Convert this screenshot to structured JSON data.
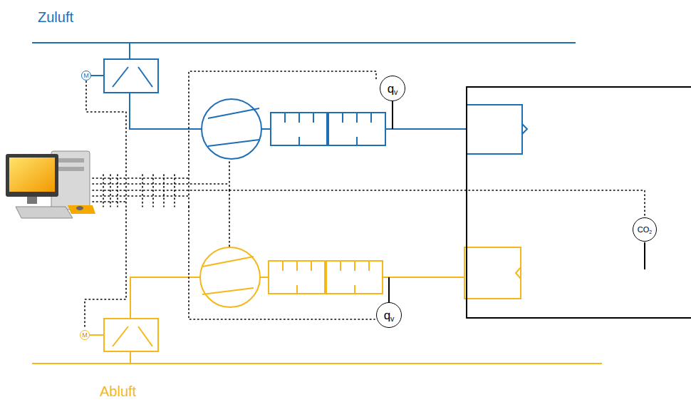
{
  "diagram": {
    "nodes": [
      {
        "text": [
          "M"
        ]
      },
      {
        "text": [
          "q",
          "v"
        ]
      },
      {
        "text": [
          "CO",
          "2"
        ]
      },
      {
        "text": [
          "M"
        ]
      },
      {
        "text": [
          "q",
          "v"
        ]
      }
    ],
    "labels": [
      "Zuluft",
      "Abluft"
    ]
  }
}
